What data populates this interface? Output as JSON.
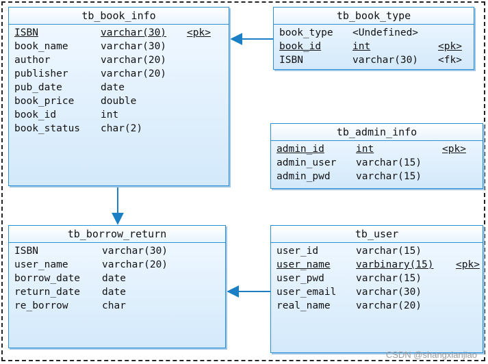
{
  "entities": {
    "book_info": {
      "title": "tb_book_info",
      "rows": [
        {
          "name": "ISBN",
          "type": "varchar(30)",
          "key": "<pk>",
          "pk": true
        },
        {
          "name": "book_name",
          "type": "varchar(30)",
          "key": ""
        },
        {
          "name": "author",
          "type": "varchar(20)",
          "key": ""
        },
        {
          "name": "publisher",
          "type": "varchar(20)",
          "key": ""
        },
        {
          "name": "pub_date",
          "type": "date",
          "key": ""
        },
        {
          "name": "book_price",
          "type": "double",
          "key": ""
        },
        {
          "name": "book_id",
          "type": "int",
          "key": ""
        },
        {
          "name": "book_status",
          "type": "char(2)",
          "key": ""
        }
      ]
    },
    "book_type": {
      "title": "tb_book_type",
      "rows": [
        {
          "name": "book_type",
          "type": "<Undefined>",
          "key": ""
        },
        {
          "name": "book_id",
          "type": "int",
          "key": "<pk>",
          "pk": true
        },
        {
          "name": "ISBN",
          "type": "varchar(30)",
          "key": "<fk>"
        }
      ]
    },
    "admin_info": {
      "title": "tb_admin_info",
      "rows": [
        {
          "name": "admin_id",
          "type": "int",
          "key": "<pk>",
          "pk": true
        },
        {
          "name": "admin_user",
          "type": "varchar(15)",
          "key": ""
        },
        {
          "name": "admin_pwd",
          "type": "varchar(15)",
          "key": ""
        }
      ]
    },
    "borrow_return": {
      "title": "tb_borrow_return",
      "rows": [
        {
          "name": "ISBN",
          "type": "varchar(30)",
          "key": ""
        },
        {
          "name": "user_name",
          "type": "varchar(20)",
          "key": ""
        },
        {
          "name": "borrow_date",
          "type": "date",
          "key": ""
        },
        {
          "name": "return_date",
          "type": "date",
          "key": ""
        },
        {
          "name": "re_borrow",
          "type": "char",
          "key": ""
        }
      ]
    },
    "user": {
      "title": "tb_user",
      "rows": [
        {
          "name": "user_id",
          "type": "varchar(15)",
          "key": ""
        },
        {
          "name": "user_name",
          "type": "varbinary(15)",
          "key": "<pk>",
          "pk": true
        },
        {
          "name": "user_pwd",
          "type": "varchar(15)",
          "key": ""
        },
        {
          "name": "user_email",
          "type": "varchar(30)",
          "key": ""
        },
        {
          "name": "real_name",
          "type": "varchar(20)",
          "key": ""
        }
      ]
    }
  },
  "watermark": "CSDN @shangxianjiao",
  "colors": {
    "border": "#2b8fd6",
    "arrow": "#1a7fc4"
  }
}
